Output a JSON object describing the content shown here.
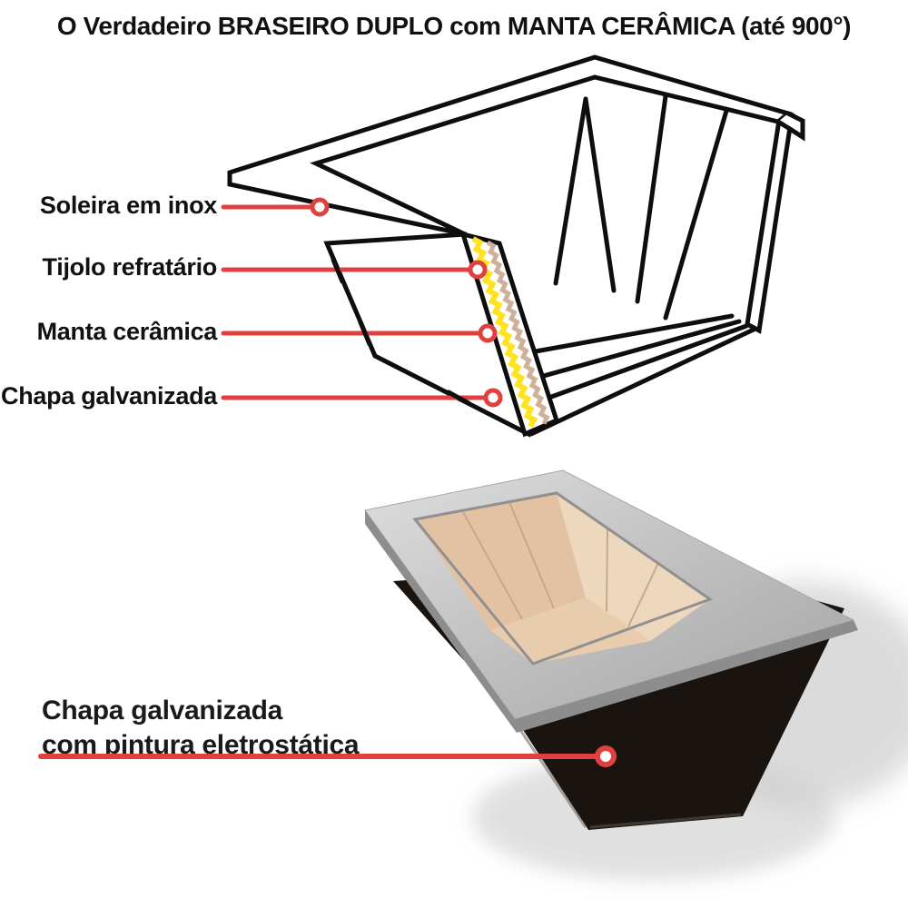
{
  "title": "O Verdadeiro BRASEIRO DUPLO com MANTA CERÂMICA (até 900°)",
  "diagram": {
    "labels": [
      {
        "text": "Soleira em inox"
      },
      {
        "text": "Tijolo refratário"
      },
      {
        "text": "Manta cerâmica"
      },
      {
        "text": "Chapa galvanizada"
      }
    ]
  },
  "photo_label": {
    "line1": "Chapa galvanizada",
    "line2": "com pintura eletrostática"
  },
  "colors": {
    "leader_red": "#e04040",
    "manta_yellow": "#ffe320",
    "tijolo_tan": "#cfb09b",
    "line_black": "#0e0e0e"
  }
}
